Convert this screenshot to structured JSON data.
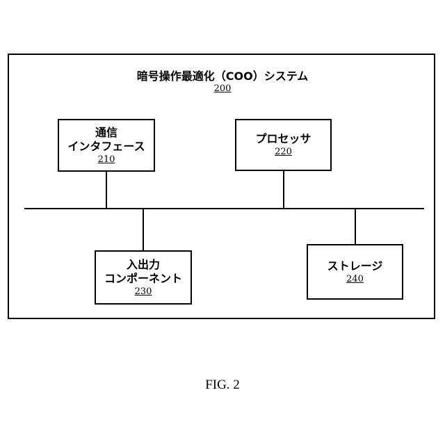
{
  "system": {
    "title": "暗号操作最適化（COO）システム",
    "ref": "200"
  },
  "components": {
    "comm": {
      "line1": "通信",
      "line2": "インタフェース",
      "ref": "210"
    },
    "processor": {
      "line1": "プロセッサ",
      "ref": "220"
    },
    "io": {
      "line1": "入出力",
      "line2": "コンポーネント",
      "ref": "230"
    },
    "storage": {
      "line1": "ストレージ",
      "ref": "240"
    }
  },
  "figure_label": "FIG. 2"
}
